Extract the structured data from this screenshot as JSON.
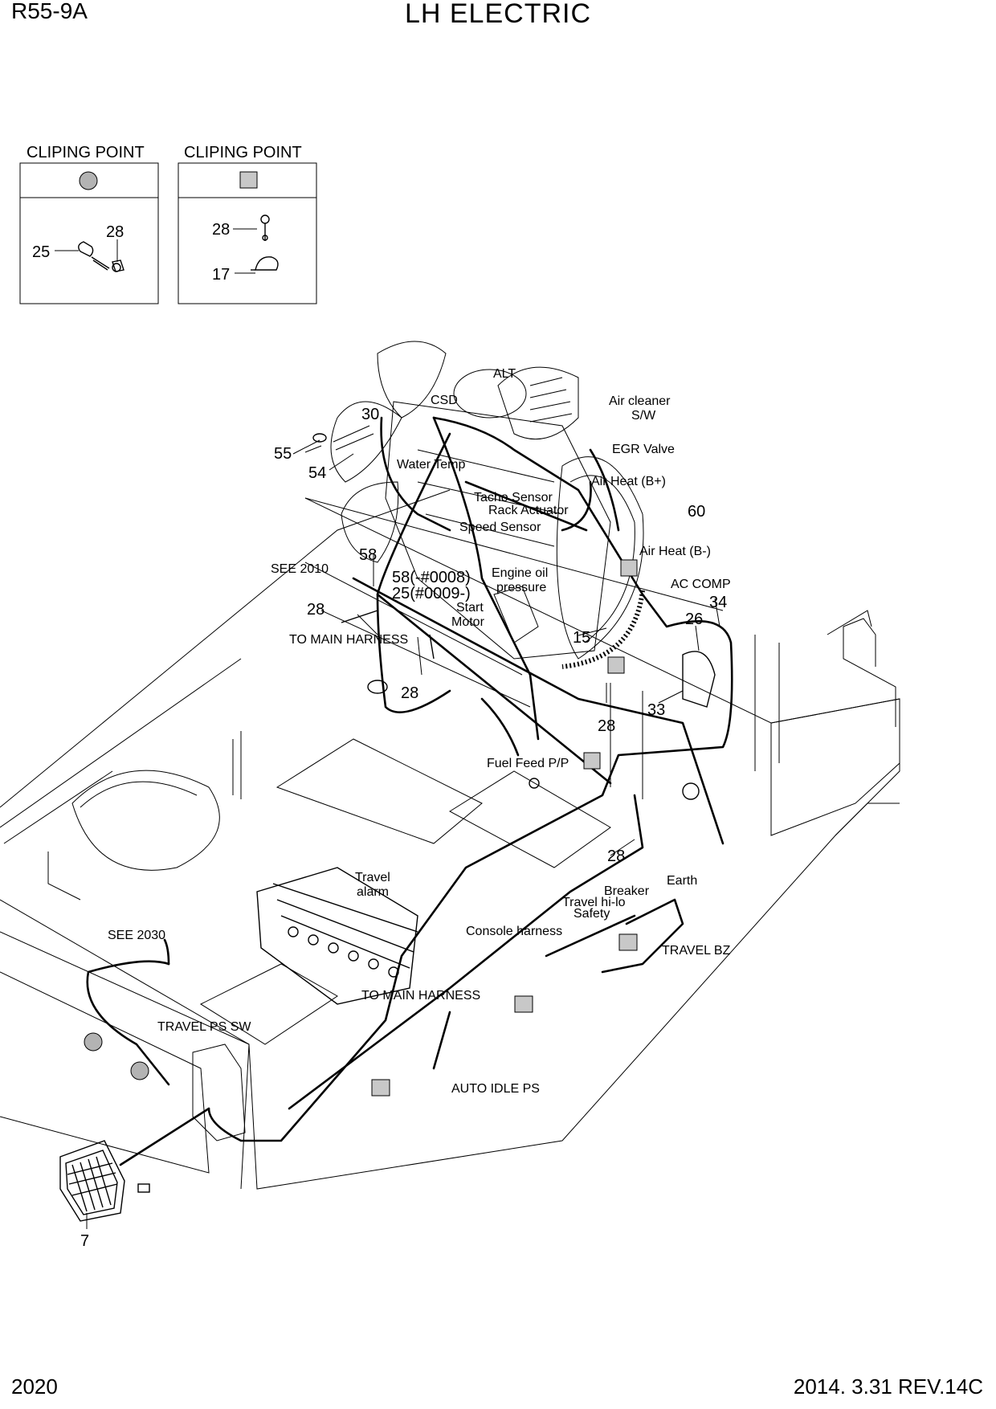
{
  "header": {
    "model": "R55-9A",
    "title": "LH ELECTRIC"
  },
  "footer": {
    "page_number": "2020",
    "revision": "2014. 3.31  REV.14C"
  },
  "insets": [
    {
      "title": "CLIPING POINT",
      "marker": "circle",
      "marker_color": "#b3b3b3",
      "parts": [
        "28",
        "25"
      ]
    },
    {
      "title": "CLIPING POINT",
      "marker": "square",
      "marker_color": "#c8c8c8",
      "parts": [
        "28",
        "17"
      ]
    }
  ],
  "labels": {
    "alt": "ALT",
    "csd": "CSD",
    "air_cleaner_1": "Air cleaner",
    "air_cleaner_2": "S/W",
    "egr_valve": "EGR Valve",
    "water_temp": "Water Temp",
    "air_heat_plus": "Air Heat (B+)",
    "tacho_sensor": "Tacho Sensor",
    "rack_actuator": "Rack Actuator",
    "speed_sensor": "Speed Sensor",
    "air_heat_minus": "Air Heat (B-)",
    "see_2010": "SEE 2010",
    "engine_oil_1": "Engine oil",
    "engine_oil_2": "pressure",
    "ac_comp": "AC COMP",
    "start_motor_1": "Start",
    "start_motor_2": "Motor",
    "to_main_harness_top": "TO MAIN HARNESS",
    "fuel_feed": "Fuel Feed P/P",
    "earth": "Earth",
    "travel_alarm_1": "Travel",
    "travel_alarm_2": "alarm",
    "breaker": "Breaker",
    "travel_hilo": "Travel hi-lo",
    "safety": "Safety",
    "console_harness": "Console harness",
    "travel_bz": "TRAVEL BZ",
    "see_2030": "SEE 2030",
    "to_main_harness_bottom": "TO MAIN HARNESS",
    "travel_ps_sw": "TRAVEL PS SW",
    "auto_idle_ps": "AUTO IDLE PS"
  },
  "part_numbers": {
    "p30": "30",
    "p55": "55",
    "p54": "54",
    "p60": "60",
    "p58": "58",
    "p58_range": "58(-#0008)",
    "p25_range": "25(#0009-)",
    "p28_a": "28",
    "p34": "34",
    "p26": "26",
    "p15": "15",
    "p28_b": "28",
    "p33": "33",
    "p28_c": "28",
    "p28_d": "28",
    "p7": "7"
  }
}
